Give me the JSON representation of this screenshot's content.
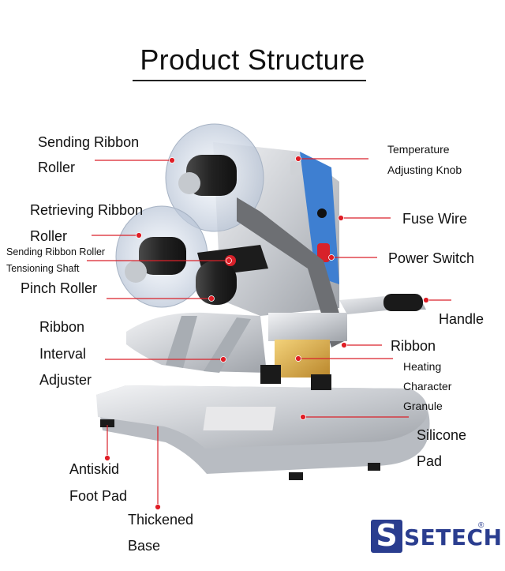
{
  "title": "Product Structure",
  "labels": {
    "sending_ribbon_roller_1": "Sending Ribbon",
    "sending_ribbon_roller_2": "Roller",
    "retrieving_ribbon_roller_1": "Retrieving Ribbon",
    "retrieving_ribbon_roller_2": "Roller",
    "tensioning_shaft_1": "Sending Ribbon Roller",
    "tensioning_shaft_2": "Tensioning Shaft",
    "pinch_roller": "Pinch Roller",
    "ribbon_interval_1": "Ribbon",
    "ribbon_interval_2": "Interval",
    "ribbon_interval_3": "Adjuster",
    "antiskid_1": "Antiskid",
    "antiskid_2": "Foot Pad",
    "base_1": "Thickened",
    "base_2": "Base",
    "temperature_1": "Temperature",
    "temperature_2": "Adjusting Knob",
    "fuse_wire": "Fuse Wire",
    "power_switch": "Power Switch",
    "handle": "Handle",
    "ribbon": "Ribbon",
    "heating_1": "Heating",
    "heating_2": "Character",
    "heating_3": "Granule",
    "silicone_1": "Silicone",
    "silicone_2": "Pad"
  },
  "logo": {
    "text": "SETECH",
    "letter": "S",
    "reg": "®"
  },
  "colors": {
    "leader": "#d9222a",
    "dot": "#e01e26",
    "brand": "#2a3d8f"
  }
}
